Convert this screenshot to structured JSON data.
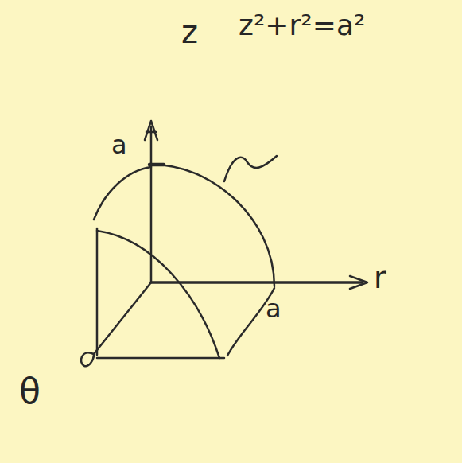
{
  "diagram": {
    "labels": [
      "z",
      "z²+r²=a²",
      "a",
      "r",
      "a",
      "θ"
    ]
  }
}
